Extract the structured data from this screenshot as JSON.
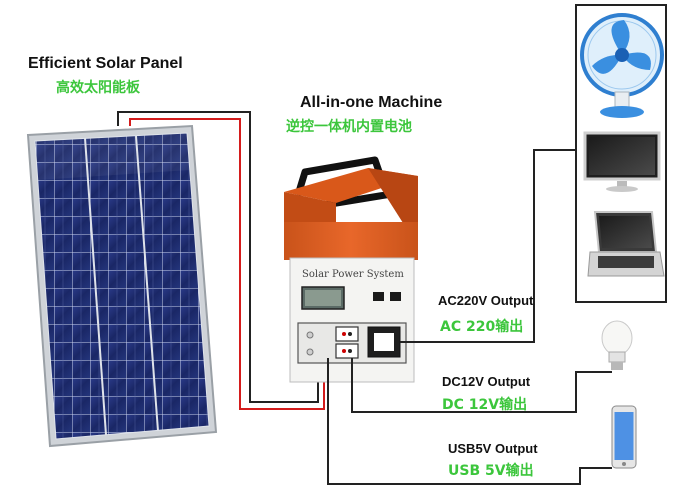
{
  "labels": {
    "panel_en": "Efficient Solar Panel",
    "panel_cn": "高效太阳能板",
    "machine_en": "All-in-one Machine",
    "machine_cn": "逆控一体机内置电池",
    "ac_en": "AC220V Output",
    "ac_cn": "AC  220输出",
    "dc_en": "DC12V Output",
    "dc_cn": "DC  12V输出",
    "usb_en": "USB5V Output",
    "usb_cn": "USB  5V输出"
  },
  "machine": {
    "brand_text": "Solar Power System"
  },
  "colors": {
    "label_green": "#3cc63c",
    "machine_orange": "#e0611d",
    "wire_red": "#d41c1c",
    "wire_black": "#222222",
    "panel_blue": "#1d2a6b"
  }
}
